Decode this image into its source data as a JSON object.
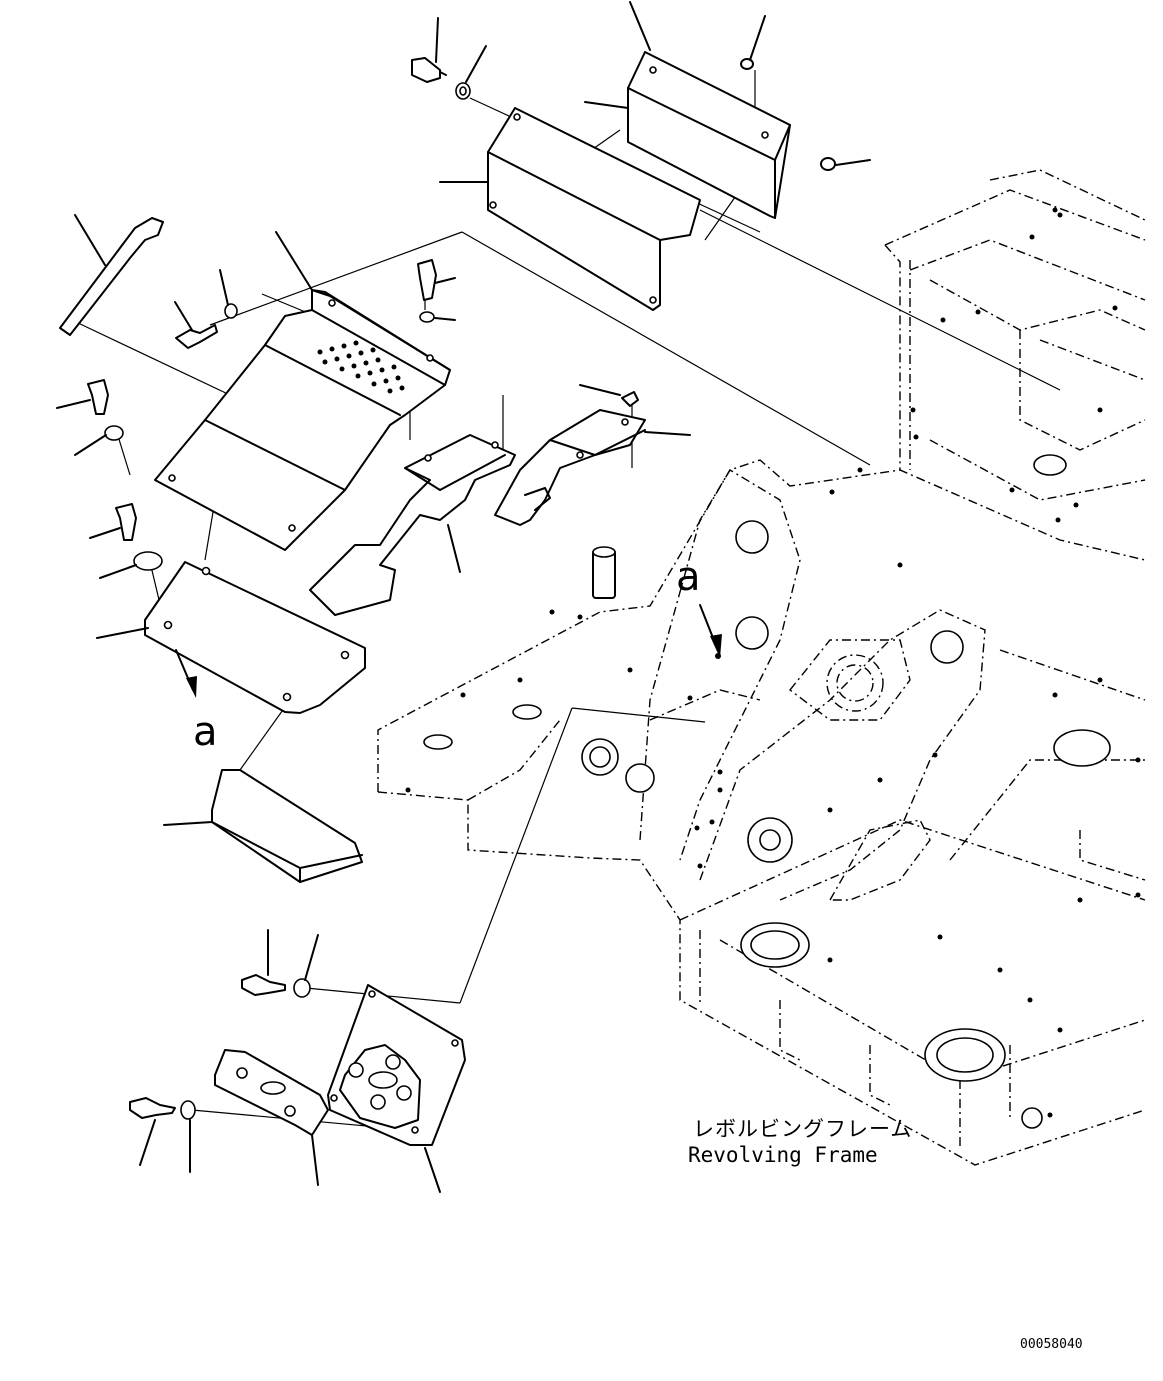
{
  "diagram": {
    "frame_label_jp": "レボルビングフレーム",
    "frame_label_en": "Revolving Frame",
    "view_marker": "a",
    "drawing_number": "00058040"
  }
}
